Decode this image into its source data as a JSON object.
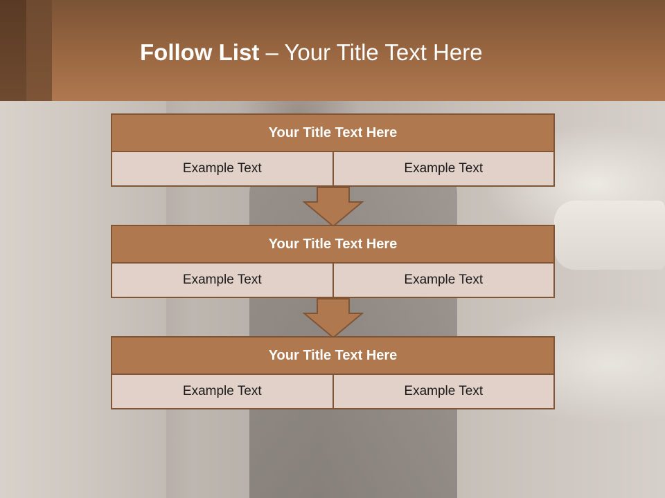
{
  "header": {
    "title_bold": "Follow List",
    "title_rest": " – Your Title Text Here"
  },
  "colors": {
    "accent": "#b0784f",
    "border": "#7f5536",
    "cell_fill": "#e1d1c9"
  },
  "blocks": [
    {
      "title": "Your Title Text Here",
      "cells": [
        "Example Text",
        "Example Text"
      ]
    },
    {
      "title": "Your Title Text Here",
      "cells": [
        "Example Text",
        "Example Text"
      ]
    },
    {
      "title": "Your Title Text Here",
      "cells": [
        "Example Text",
        "Example Text"
      ]
    }
  ],
  "connectors": [
    "down-arrow-icon",
    "down-arrow-icon"
  ]
}
